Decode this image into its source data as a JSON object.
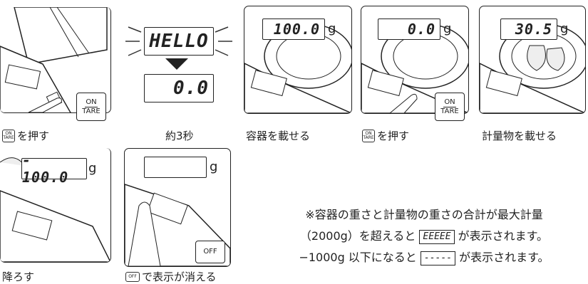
{
  "steps": [
    {
      "caption_text": "を押す",
      "button_icon": "ON/TARE",
      "button_label": {
        "top": "ON",
        "bottom": "TARE"
      }
    },
    {
      "caption_text": "約3秒",
      "display_top": "HELLO",
      "display_bottom": "0.0"
    },
    {
      "caption_text": "容器を載せる",
      "display": "100.0",
      "unit": "g"
    },
    {
      "caption_text": "を押す",
      "display": "0.0",
      "unit": "g",
      "button_label": {
        "top": "ON",
        "bottom": "TARE"
      }
    },
    {
      "caption_text": "計量物を載せる",
      "display": "30.5",
      "unit": "g"
    },
    {
      "caption_text": "降ろす",
      "display": "- 100.0",
      "unit": "g"
    },
    {
      "caption_text": "で表示が消える",
      "display": "",
      "unit": "g",
      "button_label": "OFF"
    }
  ],
  "mini_icons": {
    "on": "ON",
    "tare": "TARE",
    "off": "OFF"
  },
  "note": {
    "line1": "※容器の重さと計量物の重さの合計が最大計量",
    "line2_a": "（2000g）を超えると",
    "line2_b": "EEEEE",
    "line2_c": "が表示されます。",
    "line3_a": "−1000g 以下になると",
    "line3_b": "-----",
    "line3_c": "が表示されます。"
  }
}
